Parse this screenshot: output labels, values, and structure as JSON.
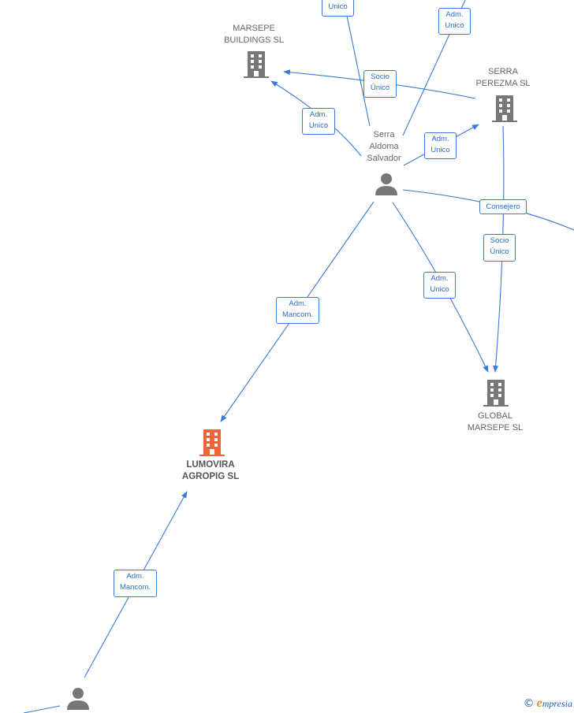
{
  "nodes": {
    "marsepe_buildings": {
      "name": "MARSEPE\nBUILDINGS SL",
      "type": "company"
    },
    "serra_perezma": {
      "name": "SERRA\nPEREZMA SL",
      "type": "company"
    },
    "serra_aldoma": {
      "name": "Serra\nAldoma\nSalvador",
      "type": "person"
    },
    "global_marsepe": {
      "name": "GLOBAL\nMARSEPE SL",
      "type": "company"
    },
    "lumovira": {
      "name": "LUMOVIRA\nAGROPIG SL",
      "type": "company-focus"
    },
    "bottom_person": {
      "name": "",
      "type": "person"
    }
  },
  "edges": [
    {
      "label": "Unico"
    },
    {
      "label": "Adm.\nUnico"
    },
    {
      "label": "Socio\nÚnico"
    },
    {
      "label": "Adm.\nUnico"
    },
    {
      "label": "Adm.\nUnico"
    },
    {
      "label": "Consejero"
    },
    {
      "label": "Socio\nÚnico"
    },
    {
      "label": "Adm.\nUnico"
    },
    {
      "label": "Adm.\nMancom."
    },
    {
      "label": "Adm.\nMancom."
    }
  ],
  "watermark": {
    "symbol": "©",
    "brand_initial": "e",
    "brand_rest": "mpresia"
  },
  "colors": {
    "edge": "#3a7bd5",
    "company_icon": "#777777",
    "focus_icon": "#f0643a",
    "person_icon": "#777777"
  }
}
